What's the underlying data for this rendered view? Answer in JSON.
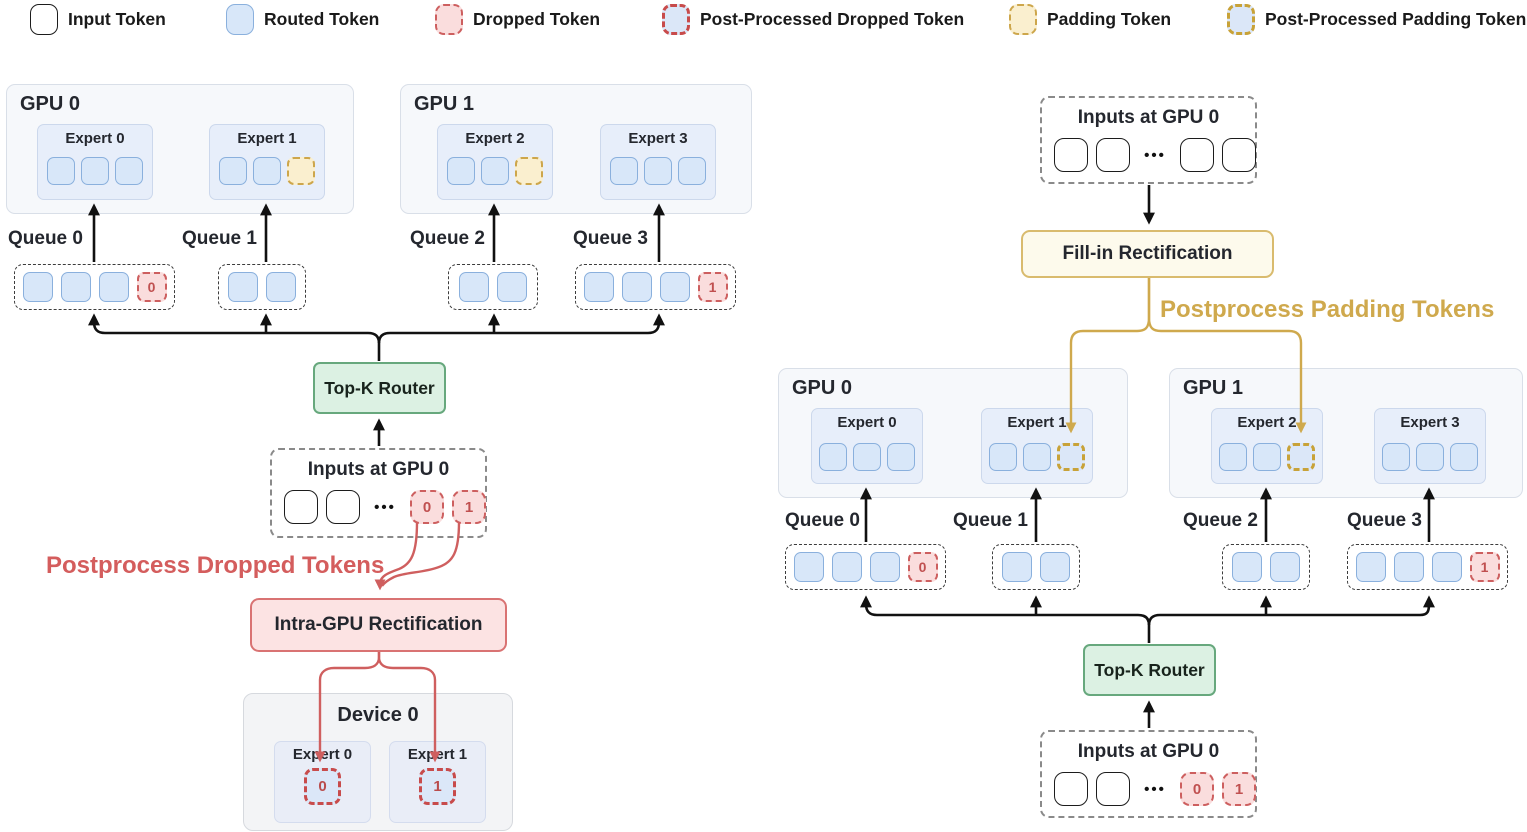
{
  "legend": {
    "items": [
      {
        "label": "Input Token",
        "tokens": [
          {
            "type": "input"
          }
        ]
      },
      {
        "label": "Routed Token",
        "tokens": [
          {
            "type": "routed"
          }
        ]
      },
      {
        "label": "Dropped Token",
        "tokens": [
          {
            "type": "dropped"
          }
        ]
      },
      {
        "label": "Post-Processed Dropped Token",
        "tokens": [
          {
            "type": "pp-dropped"
          }
        ]
      },
      {
        "label": "Padding Token",
        "tokens": [
          {
            "type": "padding"
          }
        ]
      },
      {
        "label": "Post-Processed Padding Token",
        "tokens": [
          {
            "type": "pp-padding"
          }
        ]
      }
    ]
  },
  "left": {
    "gpus": [
      {
        "label": "GPU 0",
        "experts": [
          {
            "label": "Expert 0",
            "tokens": [
              {
                "type": "routed"
              },
              {
                "type": "routed"
              },
              {
                "type": "routed"
              }
            ]
          },
          {
            "label": "Expert 1",
            "tokens": [
              {
                "type": "routed"
              },
              {
                "type": "routed"
              },
              {
                "type": "padding"
              }
            ]
          }
        ]
      },
      {
        "label": "GPU 1",
        "experts": [
          {
            "label": "Expert 2",
            "tokens": [
              {
                "type": "routed"
              },
              {
                "type": "routed"
              },
              {
                "type": "padding"
              }
            ]
          },
          {
            "label": "Expert 3",
            "tokens": [
              {
                "type": "routed"
              },
              {
                "type": "routed"
              },
              {
                "type": "routed"
              }
            ]
          }
        ]
      }
    ],
    "queues": [
      {
        "label": "Queue 0",
        "tokens": [
          {
            "type": "routed"
          },
          {
            "type": "routed"
          },
          {
            "type": "routed"
          },
          {
            "type": "dropped",
            "text": "0"
          }
        ]
      },
      {
        "label": "Queue 1",
        "tokens": [
          {
            "type": "routed"
          },
          {
            "type": "routed"
          }
        ]
      },
      {
        "label": "Queue 2",
        "tokens": [
          {
            "type": "routed"
          },
          {
            "type": "routed"
          }
        ]
      },
      {
        "label": "Queue 3",
        "tokens": [
          {
            "type": "routed"
          },
          {
            "type": "routed"
          },
          {
            "type": "routed"
          },
          {
            "type": "dropped",
            "text": "1"
          }
        ]
      }
    ],
    "router_label": "Top-K Router",
    "inputs": {
      "label": "Inputs at GPU 0",
      "tokens": [
        {
          "type": "input"
        },
        {
          "type": "input"
        },
        {
          "type": "ellipsis",
          "text": "•••"
        },
        {
          "type": "dropped",
          "text": "0"
        },
        {
          "type": "dropped",
          "text": "1"
        }
      ]
    },
    "annotation": "Postprocess Dropped Tokens",
    "rectification_label": "Intra-GPU Rectification",
    "device": {
      "label": "Device 0",
      "experts": [
        {
          "label": "Expert 0",
          "tokens": [
            {
              "type": "pp-dropped",
              "text": "0"
            }
          ]
        },
        {
          "label": "Expert 1",
          "tokens": [
            {
              "type": "pp-dropped",
              "text": "1"
            }
          ]
        }
      ]
    }
  },
  "right": {
    "inputs_top": {
      "label": "Inputs at GPU 0",
      "tokens": [
        {
          "type": "input"
        },
        {
          "type": "input"
        },
        {
          "type": "ellipsis",
          "text": "•••"
        },
        {
          "type": "input"
        },
        {
          "type": "input"
        }
      ]
    },
    "fill_in_label": "Fill-in Rectification",
    "annotation": "Postprocess Padding Tokens",
    "gpus": [
      {
        "label": "GPU 0",
        "experts": [
          {
            "label": "Expert 0",
            "tokens": [
              {
                "type": "routed"
              },
              {
                "type": "routed"
              },
              {
                "type": "routed"
              }
            ]
          },
          {
            "label": "Expert 1",
            "tokens": [
              {
                "type": "routed"
              },
              {
                "type": "routed"
              },
              {
                "type": "pp-padding"
              }
            ]
          }
        ]
      },
      {
        "label": "GPU 1",
        "experts": [
          {
            "label": "Expert 2",
            "tokens": [
              {
                "type": "routed"
              },
              {
                "type": "routed"
              },
              {
                "type": "pp-padding"
              }
            ]
          },
          {
            "label": "Expert 3",
            "tokens": [
              {
                "type": "routed"
              },
              {
                "type": "routed"
              },
              {
                "type": "routed"
              }
            ]
          }
        ]
      }
    ],
    "queues": [
      {
        "label": "Queue 0",
        "tokens": [
          {
            "type": "routed"
          },
          {
            "type": "routed"
          },
          {
            "type": "routed"
          },
          {
            "type": "dropped",
            "text": "0"
          }
        ]
      },
      {
        "label": "Queue 1",
        "tokens": [
          {
            "type": "routed"
          },
          {
            "type": "routed"
          }
        ]
      },
      {
        "label": "Queue 2",
        "tokens": [
          {
            "type": "routed"
          },
          {
            "type": "routed"
          }
        ]
      },
      {
        "label": "Queue 3",
        "tokens": [
          {
            "type": "routed"
          },
          {
            "type": "routed"
          },
          {
            "type": "routed"
          },
          {
            "type": "dropped",
            "text": "1"
          }
        ]
      }
    ],
    "router_label": "Top-K Router",
    "inputs_bottom": {
      "label": "Inputs at GPU 0",
      "tokens": [
        {
          "type": "input"
        },
        {
          "type": "input"
        },
        {
          "type": "ellipsis",
          "text": "•••"
        },
        {
          "type": "dropped",
          "text": "0"
        },
        {
          "type": "dropped",
          "text": "1"
        }
      ]
    }
  },
  "colors": {
    "routed_fill": "#d8e7f9",
    "routed_border": "#8ab0dd",
    "dropped_red": "#cd5f5f",
    "padding_gold": "#cda64b",
    "router_green_border": "#67a87d",
    "router_green_fill": "#dcf1e3",
    "rectification_red_fill": "#fce3e3",
    "rectification_gold_fill": "#fdfaec",
    "annotation_red": "#d45d5d",
    "annotation_gold": "#cfa94d"
  }
}
